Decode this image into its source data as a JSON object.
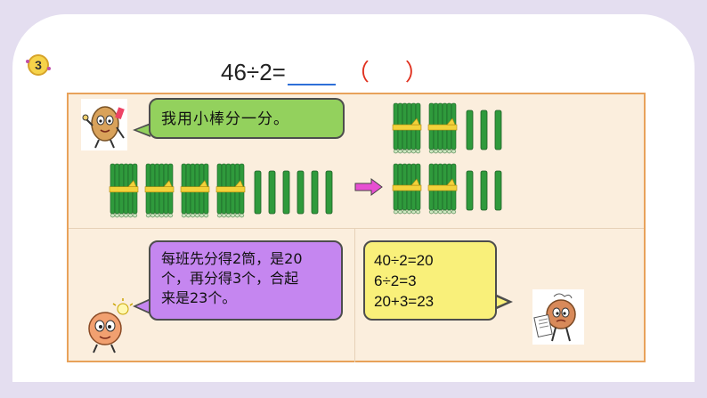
{
  "badge": {
    "number": "3"
  },
  "equation": {
    "text": "46÷2=",
    "paren_open": "（",
    "paren_close": "）"
  },
  "top_bubble": {
    "text": "我用小棒分一分。"
  },
  "bottom_left_bubble": {
    "line1": "每班先分得2筒，是20",
    "line2": "个，再分得3个，合起",
    "line3": "来是23个。"
  },
  "bottom_right_bubble": {
    "line1": "40÷2=20",
    "line2": "6÷2=3",
    "line3": "20+3=23"
  },
  "sticks": {
    "total": {
      "bundles": 4,
      "singles": 6
    },
    "group_a": {
      "bundles": 2,
      "singles": 3
    },
    "group_b": {
      "bundles": 2,
      "singles": 3
    }
  },
  "colors": {
    "board_bg": "#fbeedd",
    "board_border": "#e8a25a",
    "green_bubble": "#93d15d",
    "purple_bubble": "#c586f0",
    "yellow_bubble": "#f9f07a",
    "stick": "#2f9a3c",
    "ribbon": "#f2d23a",
    "arrow": "#e74fd2",
    "paren": "#e0301e",
    "blank_line": "#2e6fd8"
  },
  "icons": {
    "mascot_top": "potato-mascot-thinking-icon",
    "mascot_bottom_left": "potato-mascot-idea-icon",
    "mascot_bottom_right": "potato-mascot-reading-icon",
    "arrow": "right-arrow-icon",
    "bundle": "stick-bundle-icon",
    "single": "single-stick-icon"
  }
}
